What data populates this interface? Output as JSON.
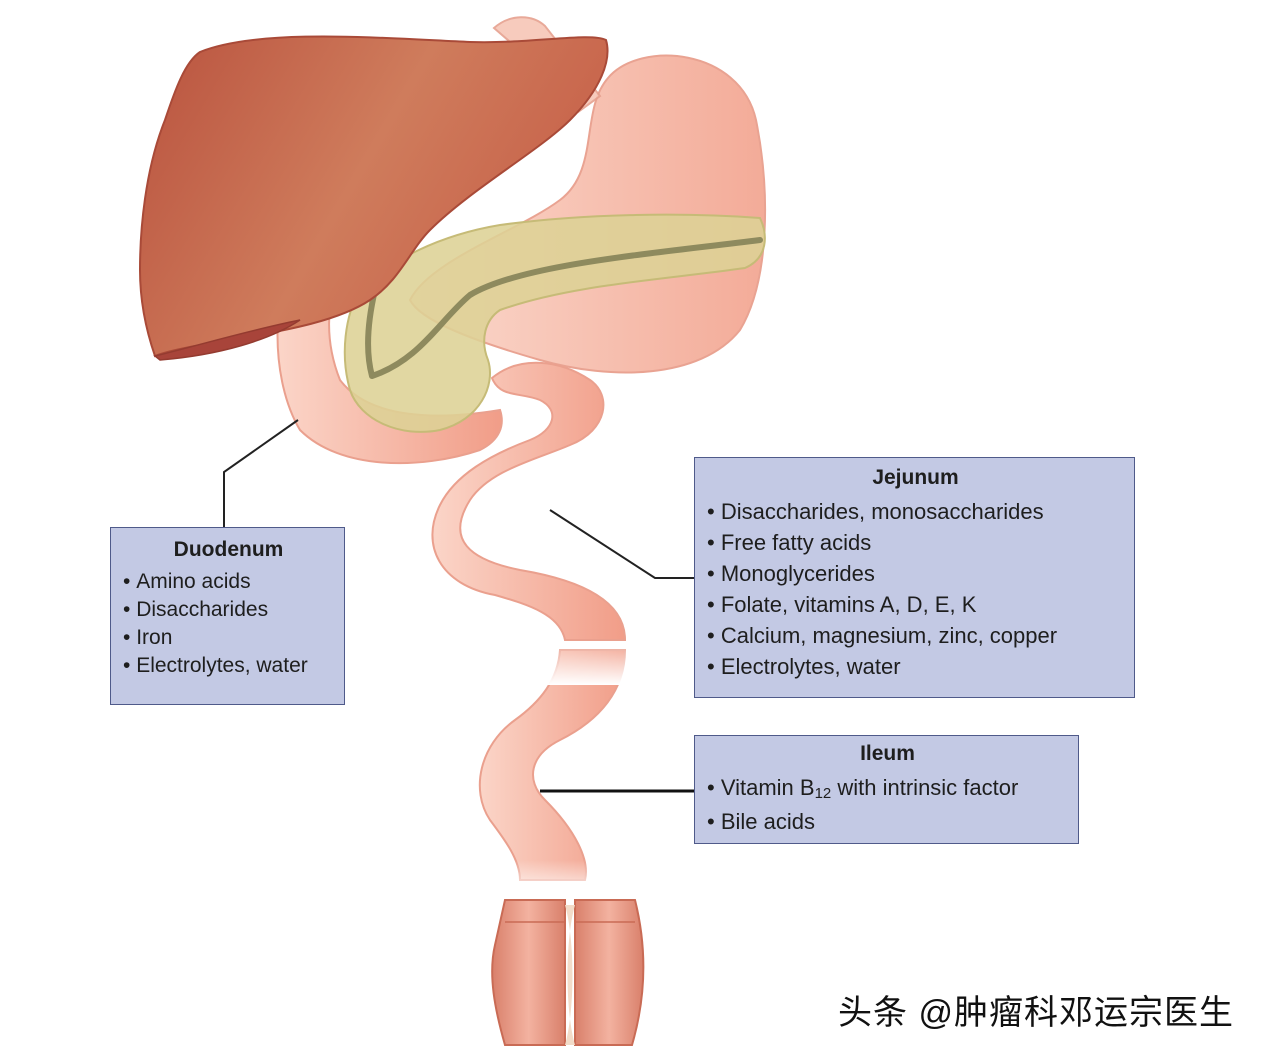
{
  "duodenum": {
    "title": "Duodenum",
    "items": [
      "Amino acids",
      "Disaccharides",
      "Iron",
      "Electrolytes, water"
    ]
  },
  "jejunum": {
    "title": "Jejunum",
    "items": [
      "Disaccharides, monosaccharides",
      "Free fatty acids",
      "Monoglycerides",
      "Folate, vitamins A, D, E, K",
      "Calcium, magnesium, zinc, copper",
      "Electrolytes, water"
    ]
  },
  "ileum": {
    "title": "Ileum",
    "item1_prefix": "Vitamin B",
    "item1_sub": "12",
    "item1_suffix": " with intrinsic factor",
    "item2": "Bile acids"
  },
  "watermark": "头条 @肿瘤科邓运宗医生",
  "colors": {
    "liver": "#c9694f",
    "stomach": "#f6c0b0",
    "pancreas": "#ded496",
    "intestine": "#f4a896",
    "box_fill": "#c3c9e4",
    "box_border": "#4f5a8a"
  }
}
